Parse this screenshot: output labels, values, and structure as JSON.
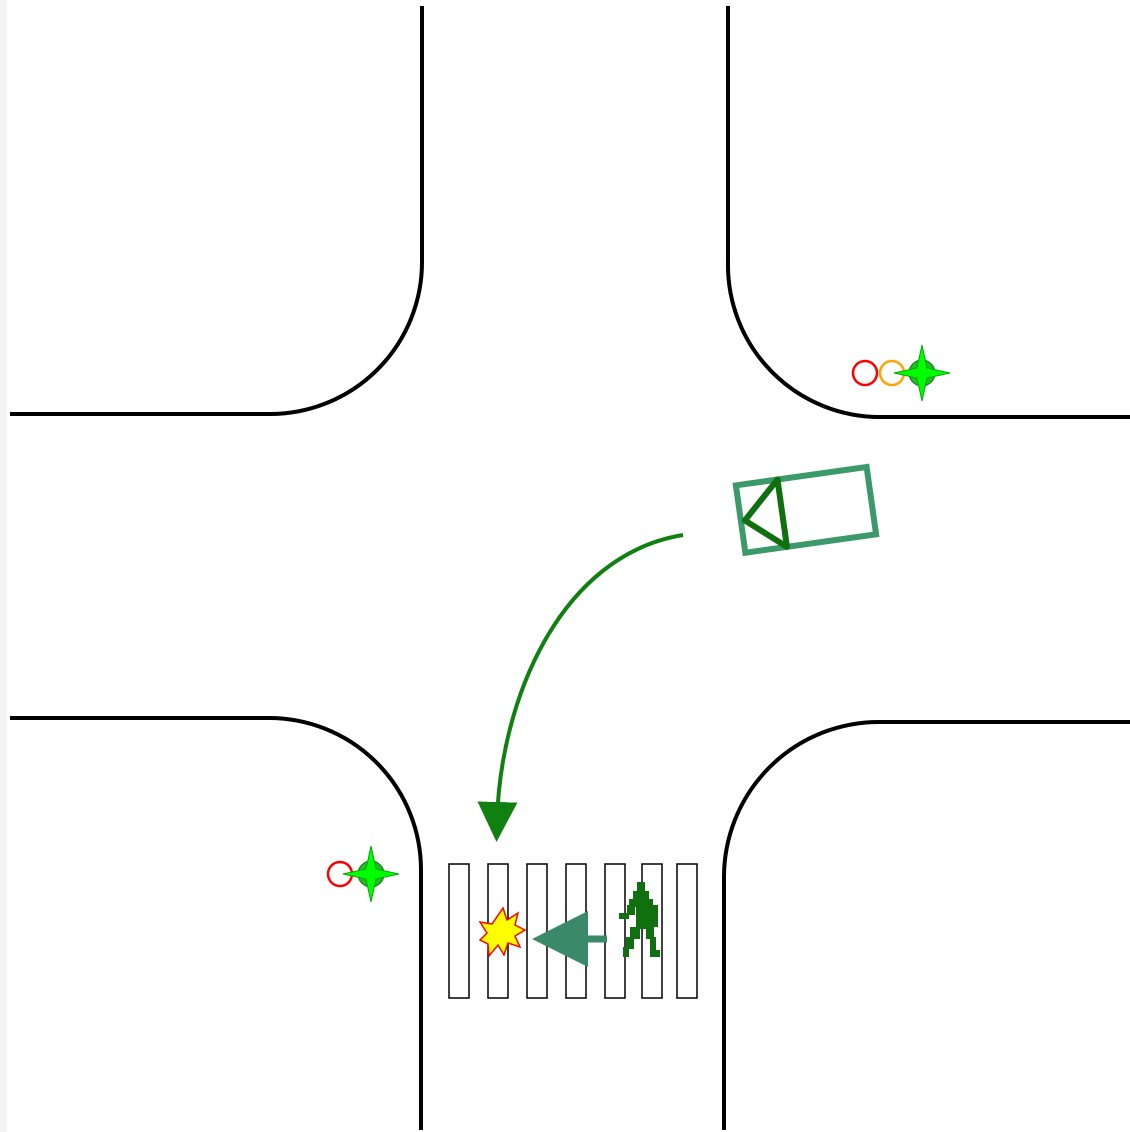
{
  "scene": {
    "type": "intersection-diagram",
    "road_edge_color": "#000000",
    "background_color": "#ffffff"
  },
  "traffic_lights": [
    {
      "id": "northeast",
      "active": "green",
      "lamps": [
        {
          "color_name": "red",
          "color": "#ff0000",
          "lit": false
        },
        {
          "color_name": "amber",
          "color": "#ffa500",
          "lit": false
        },
        {
          "color_name": "green",
          "color": "#00ee00",
          "lit": true
        }
      ]
    },
    {
      "id": "southwest",
      "active": "green",
      "lamps": [
        {
          "color_name": "red",
          "color": "#ff0000",
          "lit": false
        },
        {
          "color_name": "green",
          "color": "#00ee00",
          "lit": true
        }
      ]
    }
  ],
  "vehicle": {
    "icon": "car-outline-icon",
    "color": "#3a9a6a",
    "direction_marker_color": "#107010",
    "heading": "west",
    "path": "left-turn-south",
    "path_color": "#108010"
  },
  "pedestrian": {
    "icon": "walking-person-icon",
    "color": "#107010",
    "heading": "west",
    "arrow_color": "#3a8a6a"
  },
  "crosswalk": {
    "stripe_count": 7,
    "location": "south-approach"
  },
  "collision": {
    "icon": "collision-burst-icon",
    "fill": "#ffff00",
    "stroke": "#ff0000"
  }
}
